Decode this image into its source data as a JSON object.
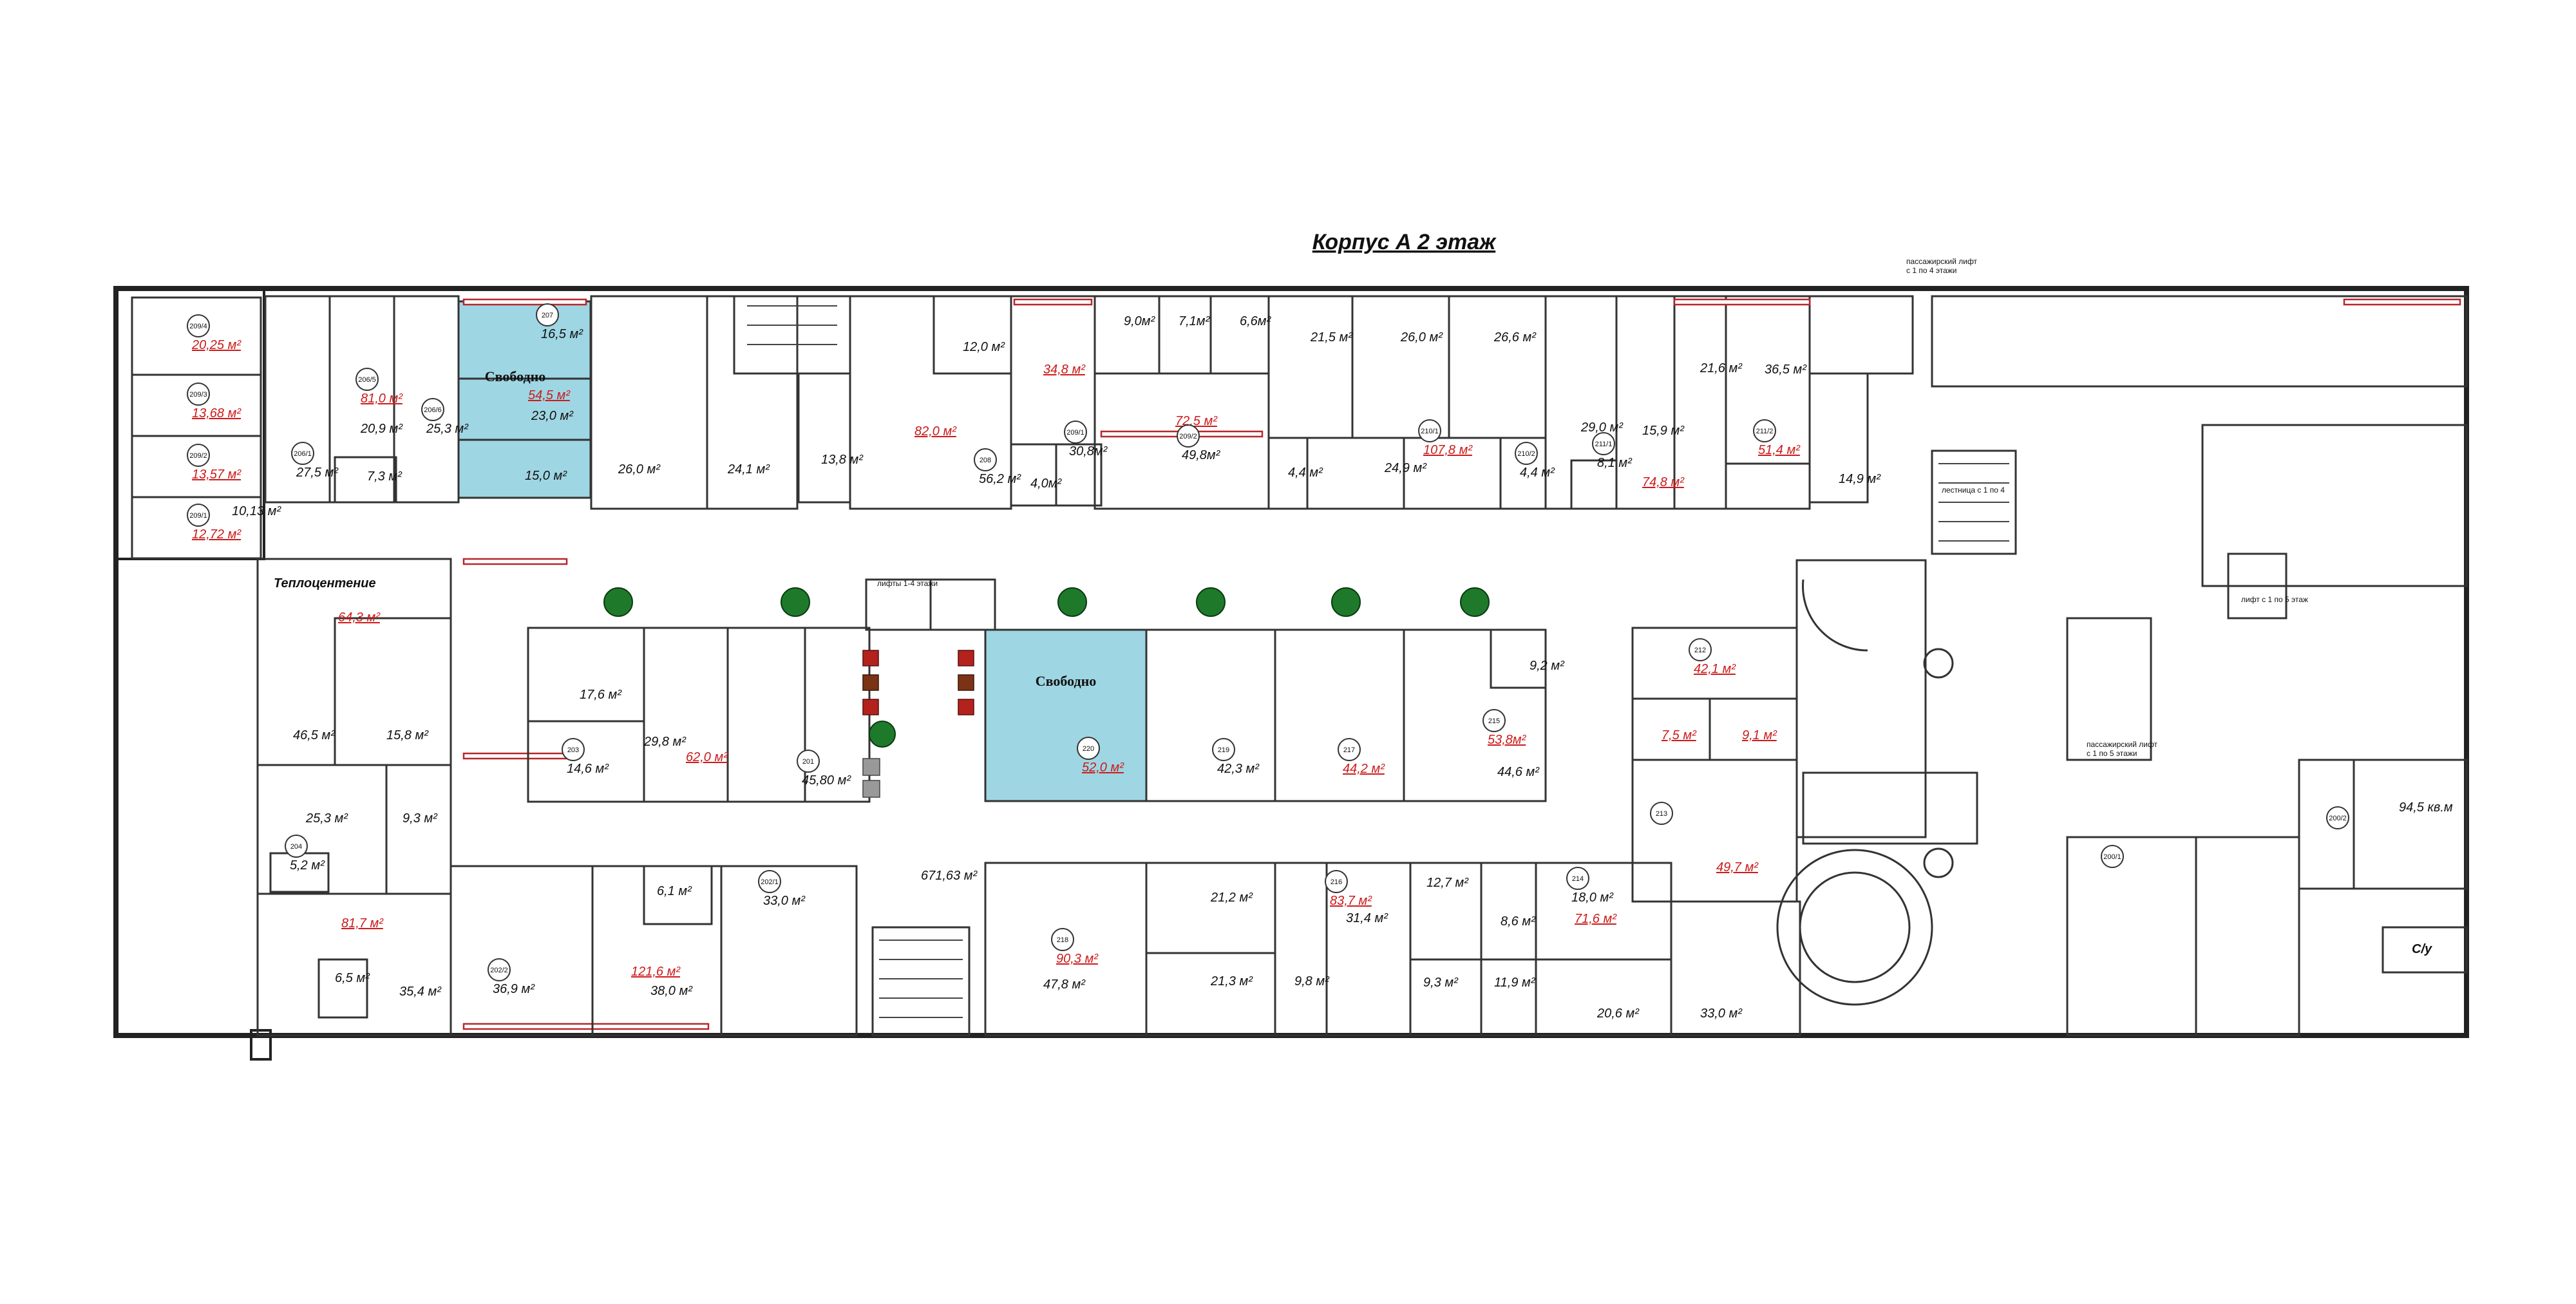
{
  "title": "Корпус А 2 этаж",
  "unit": "м²",
  "elevator_notes": {
    "lift_main": "лифты 1-4 этажи",
    "cargo_lift": "пассажирский лифт\nс 1 по 4 этажи",
    "lift_right": "лифт с 1 по 5 этаж",
    "cargo_right": "пассажирский лифт\nс 1 по 5 этажи",
    "stair_note": "лестница с 1 по 4"
  },
  "named_spaces": {
    "heating": "Теплоцентение",
    "toilet": "С/у"
  },
  "free_label": "Свободно",
  "colors": {
    "free": "#9fd6e3",
    "accent_red": "#cc1b1b",
    "wall": "#222222",
    "tree": "#1e7a2a"
  },
  "rooms": [
    {
      "id": "209/4",
      "area": "20,25 м²",
      "red": true
    },
    {
      "id": "209/3",
      "area": "13,68 м²",
      "red": true
    },
    {
      "id": "209/2",
      "area": "13,57 м²",
      "red": true
    },
    {
      "id": "209/1",
      "area": "12,72 м²",
      "red": true
    },
    {
      "id": "",
      "area": "10,13 м²",
      "red": false
    },
    {
      "id": "206/1",
      "area": "27,5 м²",
      "red": false
    },
    {
      "id": "206/5",
      "area": "81,0 м²",
      "red": true
    },
    {
      "id": "",
      "area": "20,9 м²",
      "red": false
    },
    {
      "id": "206/6",
      "area": "25,3 м²",
      "red": false
    },
    {
      "id": "",
      "area": "7,3 м²",
      "red": false
    },
    {
      "id": "207",
      "area": "16,5 м²",
      "red": false
    },
    {
      "id": "",
      "area": "54,5 м²",
      "red": true
    },
    {
      "id": "",
      "area": "23,0 м²",
      "red": false
    },
    {
      "id": "",
      "area": "15,0 м²",
      "red": false
    },
    {
      "id": "",
      "area": "26,0 м²",
      "red": false
    },
    {
      "id": "",
      "area": "24,1 м²",
      "red": false
    },
    {
      "id": "",
      "area": "13,8 м²",
      "red": false
    },
    {
      "id": "",
      "area": "82,0 м²",
      "red": true
    },
    {
      "id": "208",
      "area": "56,2 м²",
      "red": false
    },
    {
      "id": "",
      "area": "12,0 м²",
      "red": false
    },
    {
      "id": "",
      "area": "34,8 м²",
      "red": true
    },
    {
      "id": "",
      "area": "4,0м²",
      "red": false
    },
    {
      "id": "209/1",
      "area": "30,8м²",
      "red": false
    },
    {
      "id": "",
      "area": "9,0м²",
      "red": false
    },
    {
      "id": "",
      "area": "7,1м²",
      "red": false
    },
    {
      "id": "",
      "area": "6,6м²",
      "red": false
    },
    {
      "id": "",
      "area": "72,5 м²",
      "red": true
    },
    {
      "id": "209/2",
      "area": "49,8м²",
      "red": false
    },
    {
      "id": "",
      "area": "21,5 м²",
      "red": false
    },
    {
      "id": "",
      "area": "26,0 м²",
      "red": false
    },
    {
      "id": "",
      "area": "26,6 м²",
      "red": false
    },
    {
      "id": "",
      "area": "4,4 м²",
      "red": false
    },
    {
      "id": "210/1",
      "area": "107,8 м²",
      "red": true
    },
    {
      "id": "",
      "area": "24,9 м²",
      "red": false
    },
    {
      "id": "210/2",
      "area": "4,4 м²",
      "red": false
    },
    {
      "id": "",
      "area": "29,0 м²",
      "red": false
    },
    {
      "id": "",
      "area": "15,9 м²",
      "red": false
    },
    {
      "id": "211/1",
      "area": "8,1 м²",
      "red": false
    },
    {
      "id": "",
      "area": "74,8 м²",
      "red": true
    },
    {
      "id": "",
      "area": "21,6 м²",
      "red": false
    },
    {
      "id": "",
      "area": "36,5 м²",
      "red": false
    },
    {
      "id": "211/2",
      "area": "51,4 м²",
      "red": true
    },
    {
      "id": "",
      "area": "14,9 м²",
      "red": false
    },
    {
      "id": "",
      "area": "64,3 м²",
      "red": true
    },
    {
      "id": "",
      "area": "46,5 м²",
      "red": false
    },
    {
      "id": "",
      "area": "15,8 м²",
      "red": false
    },
    {
      "id": "",
      "area": "17,6 м²",
      "red": false
    },
    {
      "id": "203",
      "area": "14,6 м²",
      "red": false
    },
    {
      "id": "",
      "area": "29,8 м²",
      "red": false
    },
    {
      "id": "",
      "area": "62,0 м²",
      "red": true
    },
    {
      "id": "201",
      "area": "45,80 м²",
      "red": false
    },
    {
      "id": "220",
      "area": "52,0 м²",
      "red": true
    },
    {
      "id": "219",
      "area": "42,3 м²",
      "red": false
    },
    {
      "id": "217",
      "area": "44,2 м²",
      "red": true
    },
    {
      "id": "",
      "area": "9,2 м²",
      "red": false
    },
    {
      "id": "215",
      "area": "53,8м²",
      "red": true
    },
    {
      "id": "",
      "area": "44,6 м²",
      "red": false
    },
    {
      "id": "212",
      "area": "42,1 м²",
      "red": true
    },
    {
      "id": "",
      "area": "7,5 м²",
      "red": true
    },
    {
      "id": "",
      "area": "9,1 м²",
      "red": true
    },
    {
      "id": "213",
      "area": "",
      "red": false
    },
    {
      "id": "",
      "area": "49,7 м²",
      "red": true
    },
    {
      "id": "",
      "area": "25,3 м²",
      "red": false
    },
    {
      "id": "",
      "area": "9,3 м²",
      "red": false
    },
    {
      "id": "204",
      "area": "5,2 м²",
      "red": false
    },
    {
      "id": "",
      "area": "81,7 м²",
      "red": true
    },
    {
      "id": "",
      "area": "6,5 м²",
      "red": false
    },
    {
      "id": "",
      "area": "35,4 м²",
      "red": false
    },
    {
      "id": "202/2",
      "area": "36,9 м²",
      "red": false
    },
    {
      "id": "",
      "area": "6,1 м²",
      "red": false
    },
    {
      "id": "",
      "area": "121,6 м²",
      "red": true
    },
    {
      "id": "",
      "area": "38,0 м²",
      "red": false
    },
    {
      "id": "202/1",
      "area": "33,0 м²",
      "red": false
    },
    {
      "id": "",
      "area": "671,63 м²",
      "red": false
    },
    {
      "id": "218",
      "area": "90,3 м²",
      "red": true
    },
    {
      "id": "",
      "area": "47,8 м²",
      "red": false
    },
    {
      "id": "",
      "area": "21,2 м²",
      "red": false
    },
    {
      "id": "",
      "area": "21,3 м²",
      "red": false
    },
    {
      "id": "",
      "area": "9,8 м²",
      "red": false
    },
    {
      "id": "216",
      "area": "83,7 м²",
      "red": true
    },
    {
      "id": "",
      "area": "31,4 м²",
      "red": false
    },
    {
      "id": "",
      "area": "12,7 м²",
      "red": false
    },
    {
      "id": "",
      "area": "8,6 м²",
      "red": false
    },
    {
      "id": "",
      "area": "9,3 м²",
      "red": false
    },
    {
      "id": "",
      "area": "11,9 м²",
      "red": false
    },
    {
      "id": "214",
      "area": "18,0 м²",
      "red": false
    },
    {
      "id": "",
      "area": "71,6 м²",
      "red": true
    },
    {
      "id": "",
      "area": "20,6 м²",
      "red": false
    },
    {
      "id": "",
      "area": "33,0 м²",
      "red": false
    },
    {
      "id": "200/1",
      "area": "",
      "red": false
    },
    {
      "id": "200/2",
      "area": "",
      "red": false
    },
    {
      "id": "",
      "area": "94,5 кв.м",
      "red": false
    }
  ]
}
